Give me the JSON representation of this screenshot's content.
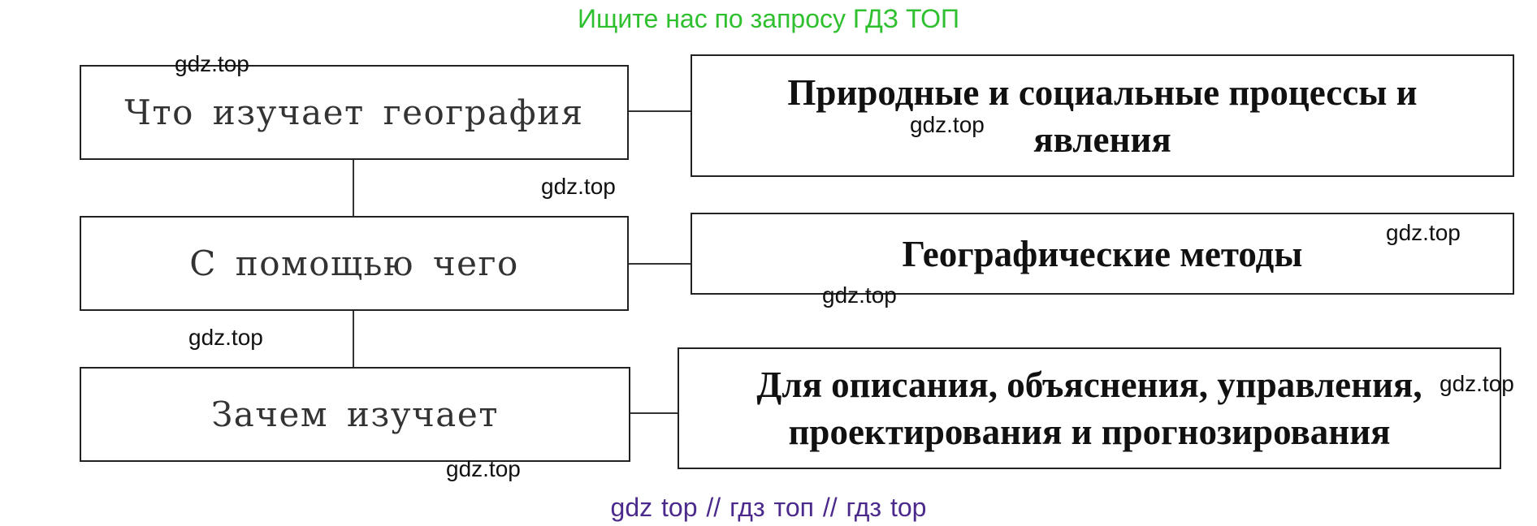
{
  "header": {
    "text": "Ищите нас по запросу ГДЗ ТОП"
  },
  "diagram": {
    "left_boxes": [
      {
        "label": "Что изучает география"
      },
      {
        "label": "С помощью чего"
      },
      {
        "label": "Зачем изучает"
      }
    ],
    "right_boxes": [
      {
        "lines": [
          "Природные и социальные процессы и",
          "явления"
        ]
      },
      {
        "lines": [
          "Географические методы"
        ]
      },
      {
        "lines": [
          "Для описания, объяснения, управления,",
          "проектирования и прогнозирования"
        ]
      }
    ]
  },
  "watermarks": [
    "gdz.top",
    "gdz.top",
    "gdz.top",
    "gdz.top",
    "gdz.top",
    "gdz.top",
    "gdz.top",
    "gdz.top"
  ],
  "footer": {
    "text": "gdz top  //  гдз топ  //  гдз top"
  },
  "colors": {
    "header": "#2fc02f",
    "footer": "#4b2a8c",
    "border": "#222222"
  }
}
